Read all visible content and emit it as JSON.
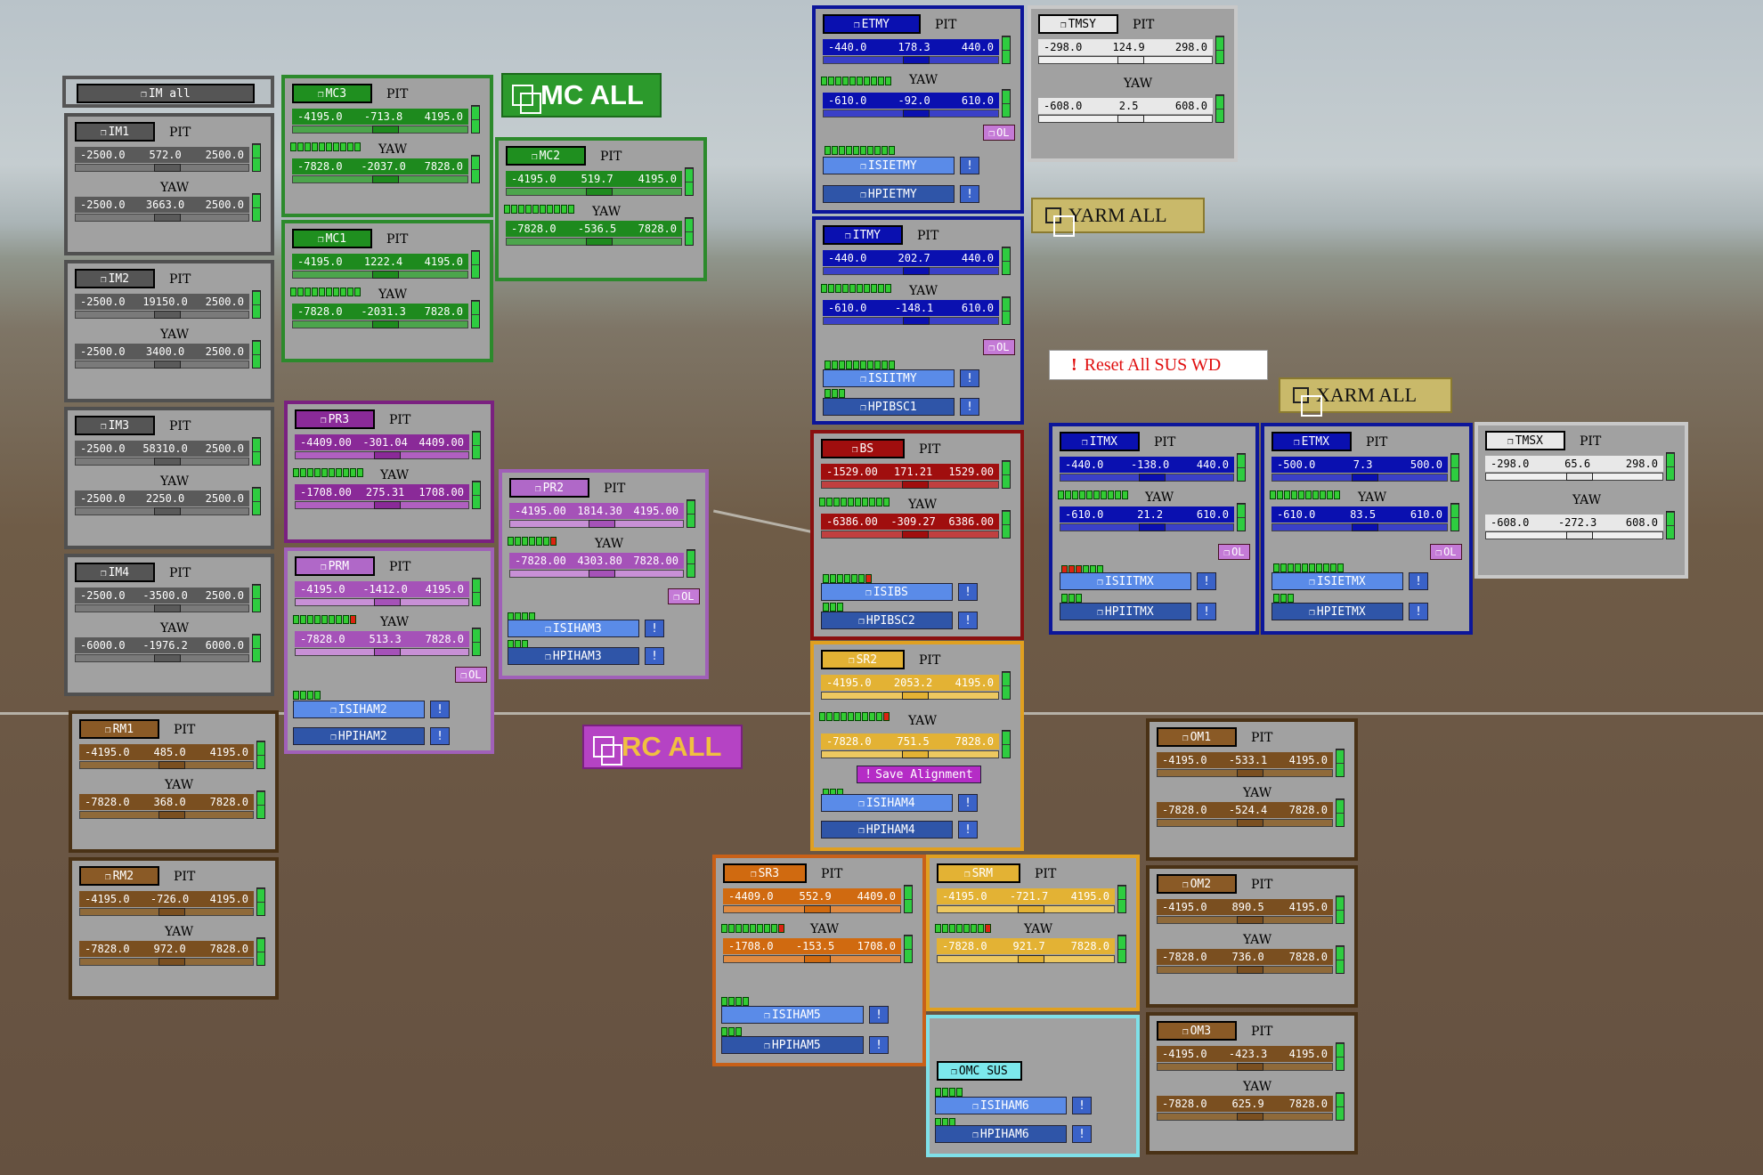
{
  "im_all": "IM all",
  "mc_all": "MC ALL",
  "rc_all": "RC ALL",
  "yarm_all": "YARM ALL",
  "xarm_all": "XARM ALL",
  "reset": "Reset All SUS WD",
  "save": "Save Alignment",
  "omc_sus": "OMC SUS",
  "ol": "OL",
  "bang": "!",
  "pit": "PIT",
  "yaw": "YAW",
  "im1": {
    "name": "IM1",
    "p": [
      "-2500.0",
      "572.0",
      "2500.0"
    ],
    "y": [
      "-2500.0",
      "3663.0",
      "2500.0"
    ]
  },
  "im2": {
    "name": "IM2",
    "p": [
      "-2500.0",
      "19150.0",
      "2500.0"
    ],
    "y": [
      "-2500.0",
      "3400.0",
      "2500.0"
    ]
  },
  "im3": {
    "name": "IM3",
    "p": [
      "-2500.0",
      "58310.0",
      "2500.0"
    ],
    "y": [
      "-2500.0",
      "2250.0",
      "2500.0"
    ]
  },
  "im4": {
    "name": "IM4",
    "p": [
      "-2500.0",
      "-3500.0",
      "2500.0"
    ],
    "y": [
      "-6000.0",
      "-1976.2",
      "6000.0"
    ]
  },
  "rm1": {
    "name": "RM1",
    "p": [
      "-4195.0",
      "485.0",
      "4195.0"
    ],
    "y": [
      "-7828.0",
      "368.0",
      "7828.0"
    ]
  },
  "rm2": {
    "name": "RM2",
    "p": [
      "-4195.0",
      "-726.0",
      "4195.0"
    ],
    "y": [
      "-7828.0",
      "972.0",
      "7828.0"
    ]
  },
  "mc3": {
    "name": "MC3",
    "p": [
      "-4195.0",
      "-713.8",
      "4195.0"
    ],
    "y": [
      "-7828.0",
      "-2037.0",
      "7828.0"
    ]
  },
  "mc1": {
    "name": "MC1",
    "p": [
      "-4195.0",
      "1222.4",
      "4195.0"
    ],
    "y": [
      "-7828.0",
      "-2031.3",
      "7828.0"
    ]
  },
  "mc2": {
    "name": "MC2",
    "p": [
      "-4195.0",
      "519.7",
      "4195.0"
    ],
    "y": [
      "-7828.0",
      "-536.5",
      "7828.0"
    ]
  },
  "pr3": {
    "name": "PR3",
    "p": [
      "-4409.00",
      "-301.04",
      "4409.00"
    ],
    "y": [
      "-1708.00",
      "275.31",
      "1708.00"
    ]
  },
  "prm": {
    "name": "PRM",
    "p": [
      "-4195.0",
      "-1412.0",
      "4195.0"
    ],
    "y": [
      "-7828.0",
      "513.3",
      "7828.0"
    ]
  },
  "pr2": {
    "name": "PR2",
    "p": [
      "-4195.00",
      "1814.30",
      "4195.00"
    ],
    "y": [
      "-7828.00",
      "4303.80",
      "7828.00"
    ]
  },
  "etmy": {
    "name": "ETMY",
    "p": [
      "-440.0",
      "178.3",
      "440.0"
    ],
    "y": [
      "-610.0",
      "-92.0",
      "610.0"
    ]
  },
  "itmy": {
    "name": "ITMY",
    "p": [
      "-440.0",
      "202.7",
      "440.0"
    ],
    "y": [
      "-610.0",
      "-148.1",
      "610.0"
    ]
  },
  "bs": {
    "name": "BS",
    "p": [
      "-1529.00",
      "171.21",
      "1529.00"
    ],
    "y": [
      "-6386.00",
      "-309.27",
      "6386.00"
    ]
  },
  "sr2": {
    "name": "SR2",
    "p": [
      "-4195.0",
      "2053.2",
      "4195.0"
    ],
    "y": [
      "-7828.0",
      "751.5",
      "7828.0"
    ]
  },
  "sr3": {
    "name": "SR3",
    "p": [
      "-4409.0",
      "552.9",
      "4409.0"
    ],
    "y": [
      "-1708.0",
      "-153.5",
      "1708.0"
    ]
  },
  "srm": {
    "name": "SRM",
    "p": [
      "-4195.0",
      "-721.7",
      "4195.0"
    ],
    "y": [
      "-7828.0",
      "921.7",
      "7828.0"
    ]
  },
  "tmsy": {
    "name": "TMSY",
    "p": [
      "-298.0",
      "124.9",
      "298.0"
    ],
    "y": [
      "-608.0",
      "2.5",
      "608.0"
    ]
  },
  "itmx": {
    "name": "ITMX",
    "p": [
      "-440.0",
      "-138.0",
      "440.0"
    ],
    "y": [
      "-610.0",
      "21.2",
      "610.0"
    ]
  },
  "etmx": {
    "name": "ETMX",
    "p": [
      "-500.0",
      "7.3",
      "500.0"
    ],
    "y": [
      "-610.0",
      "83.5",
      "610.0"
    ]
  },
  "tmsx": {
    "name": "TMSX",
    "p": [
      "-298.0",
      "65.6",
      "298.0"
    ],
    "y": [
      "-608.0",
      "-272.3",
      "608.0"
    ]
  },
  "om1": {
    "name": "OM1",
    "p": [
      "-4195.0",
      "-533.1",
      "4195.0"
    ],
    "y": [
      "-7828.0",
      "-524.4",
      "7828.0"
    ]
  },
  "om2": {
    "name": "OM2",
    "p": [
      "-4195.0",
      "890.5",
      "4195.0"
    ],
    "y": [
      "-7828.0",
      "736.0",
      "7828.0"
    ]
  },
  "om3": {
    "name": "OM3",
    "p": [
      "-4195.0",
      "-423.3",
      "4195.0"
    ],
    "y": [
      "-7828.0",
      "625.9",
      "7828.0"
    ]
  },
  "isi": {
    "etmy": "ISIETMY",
    "itmy": "ISIITMY",
    "bs": "ISIBS",
    "itmx": "ISIITMX",
    "etmx": "ISIETMX",
    "ham2": "ISIHAM2",
    "ham3": "ISIHAM3",
    "ham4": "ISIHAM4",
    "ham5": "ISIHAM5",
    "ham6": "ISIHAM6"
  },
  "hpi": {
    "etmy": "HPIETMY",
    "bsc1": "HPIBSC1",
    "bsc2": "HPIBSC2",
    "itmx": "HPIITMX",
    "etmx": "HPIETMX",
    "ham2": "HPIHAM2",
    "ham3": "HPIHAM3",
    "ham4": "HPIHAM4",
    "ham5": "HPIHAM5",
    "ham6": "HPIHAM6"
  }
}
